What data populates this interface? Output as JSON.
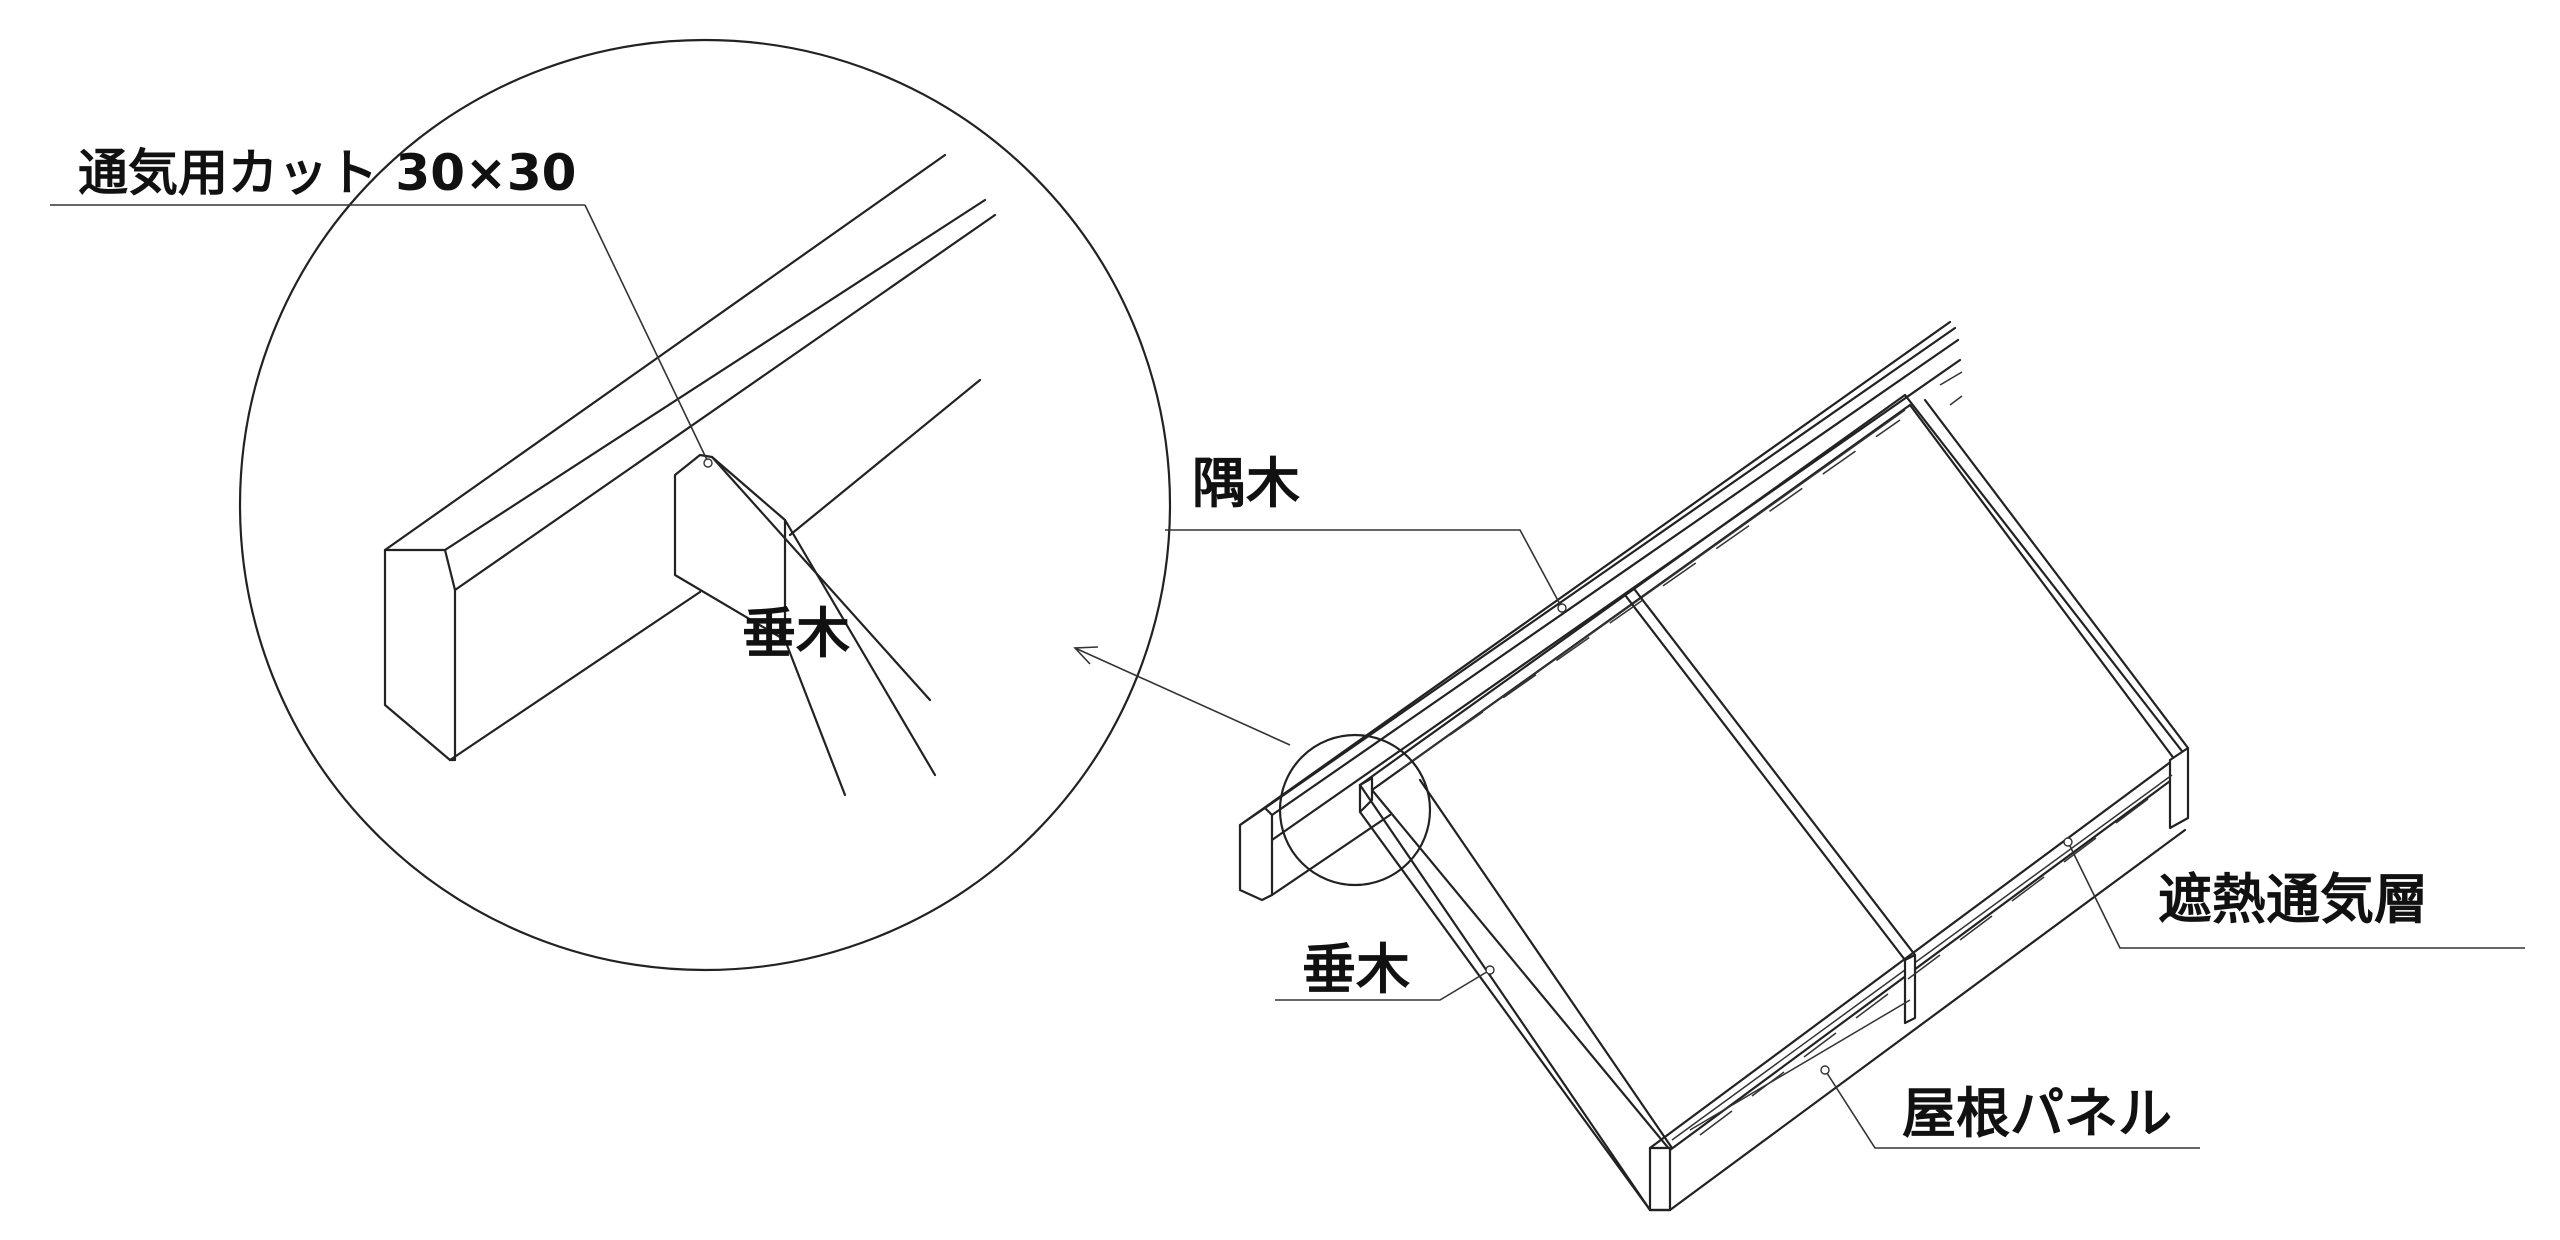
{
  "labels": {
    "vent_cut": "通気用カット 30×30",
    "hip_beam": "隅木",
    "rafter_detail": "垂木",
    "rafter_main": "垂木",
    "thermal_vent_layer": "遮熱通気層",
    "roof_panel": "屋根パネル"
  },
  "colors": {
    "line": "#222222",
    "background": "#ffffff",
    "text": "#111111"
  }
}
